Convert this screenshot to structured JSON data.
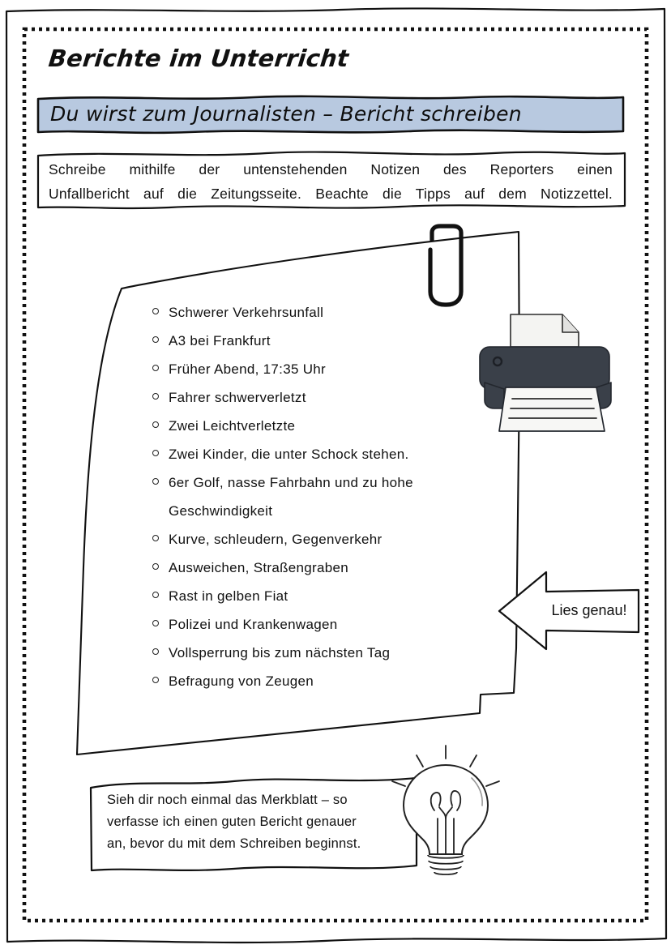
{
  "page": {
    "heading": "Berichte im Unterricht",
    "banner_title": "Du wirst zum Journalisten – Bericht schreiben",
    "banner_color": "#b8c9e0",
    "ink_color": "#111111"
  },
  "instruction": {
    "line1": "Schreibe mithilfe der untenstehenden Notizen des Reporters einen",
    "line2": "Unfallbericht auf die Zeitungsseite. Beachte die Tipps auf dem Notizzettel."
  },
  "notes": {
    "items": [
      "Schwerer Verkehrsunfall",
      "A3 bei Frankfurt",
      "Früher Abend, 17:35 Uhr",
      "Fahrer schwerverletzt",
      "Zwei Leichtverletzte",
      "Zwei Kinder, die unter Schock stehen.",
      "6er Golf, nasse Fahrbahn und zu hohe",
      "Geschwindigkeit",
      "Kurve, schleudern, Gegenverkehr",
      "Ausweichen, Straßengraben",
      "Rast in gelben Fiat",
      "Polizei und Krankenwagen",
      "Vollsperrung bis zum nächsten Tag",
      "Befragung von Zeugen"
    ]
  },
  "arrow": {
    "label": "Lies genau!"
  },
  "tip": {
    "line1": "Sieh dir noch einmal das Merkblatt – so",
    "line2": "verfasse ich einen guten Bericht genauer",
    "line3": "an, bevor du mit dem Schreiben beginnst."
  },
  "icons": {
    "printer": "printer-icon",
    "paperclip": "paperclip-icon",
    "lightbulb": "lightbulb-icon",
    "arrow": "left-arrow-icon",
    "bullet": "circle-bullet-icon"
  }
}
